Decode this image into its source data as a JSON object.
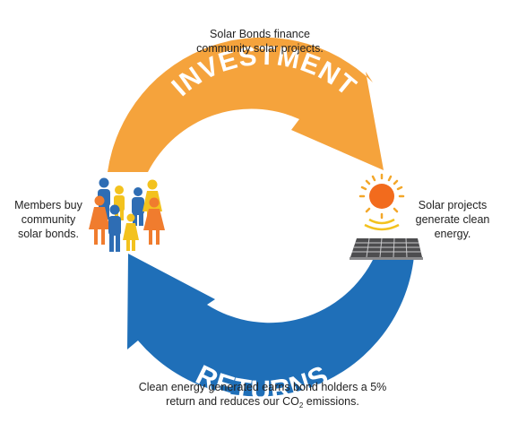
{
  "captions": {
    "top": {
      "line1": "Solar Bonds finance",
      "line2": "community solar projects."
    },
    "left": {
      "line1": "Members buy",
      "line2": "community",
      "line3": "solar bonds."
    },
    "right": {
      "line1": "Solar projects",
      "line2": "generate clean",
      "line3": "energy."
    },
    "bottom": {
      "line1": "Clean energy generated earns bond holders a 5%",
      "line2_pre": "return and reduces our CO",
      "line2_sub": "2",
      "line2_post": " emissions."
    }
  },
  "arrows": {
    "investment": {
      "label": "INVESTMENT",
      "color": "#F5A33C"
    },
    "returns": {
      "label": "RETURNS",
      "color": "#1F6FB8"
    }
  },
  "colors": {
    "person_blue": "#2E6DB4",
    "person_orange": "#F07C2E",
    "person_yellow": "#F3C21E",
    "sun": "#F26B1D",
    "panel": "#4D4D4F"
  },
  "icons": [
    "people-group-icon",
    "sun-icon",
    "solar-panel-icon"
  ]
}
